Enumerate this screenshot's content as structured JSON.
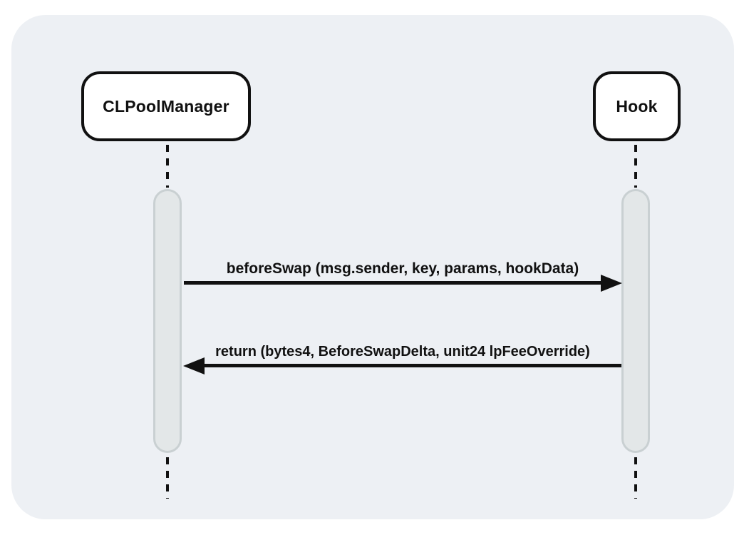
{
  "diagram": {
    "type": "sequence",
    "participants": [
      {
        "id": "clpoolmanager",
        "label": "CLPoolManager"
      },
      {
        "id": "hook",
        "label": "Hook"
      }
    ],
    "messages": [
      {
        "from": "CLPoolManager",
        "to": "Hook",
        "direction": "right",
        "label": "beforeSwap (msg.sender, key, params, hookData)"
      },
      {
        "from": "Hook",
        "to": "CLPoolManager",
        "direction": "left",
        "label": "return (bytes4, BeforeSwapDelta, unit24 lpFeeOverride)"
      }
    ],
    "colors": {
      "panel_bg": "#edf0f4",
      "box_bg": "#ffffff",
      "ink": "#111111",
      "activation_fill": "#e3e7e8",
      "activation_border": "#c9d0d2"
    }
  }
}
